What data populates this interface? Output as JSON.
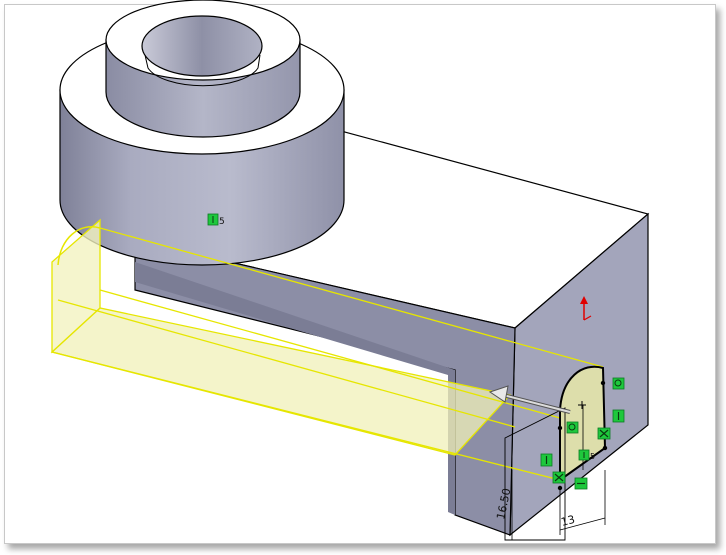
{
  "viewport": {
    "type": "cad-3d-model-view",
    "colors": {
      "background": "#ffffff",
      "body_face_top": "#ffffff",
      "body_face_side": "#a6a8bd",
      "body_face_dark": "#8b8da4",
      "edge": "#000000",
      "preview_fill": "#f0f0b8",
      "preview_edge": "#e6e600",
      "relation_badge": "#1ec83c",
      "axis_red": "#e00000"
    }
  },
  "relations": {
    "top_marker_label": "5",
    "mid_marker_label": "5"
  },
  "dimensions": {
    "vertical_value": "16.50",
    "horizontal_value": "13"
  },
  "icons": {
    "preview_arrow": "extrude-direction-arrow",
    "origin": "sketch-origin-plus",
    "triad": "reference-triad"
  }
}
